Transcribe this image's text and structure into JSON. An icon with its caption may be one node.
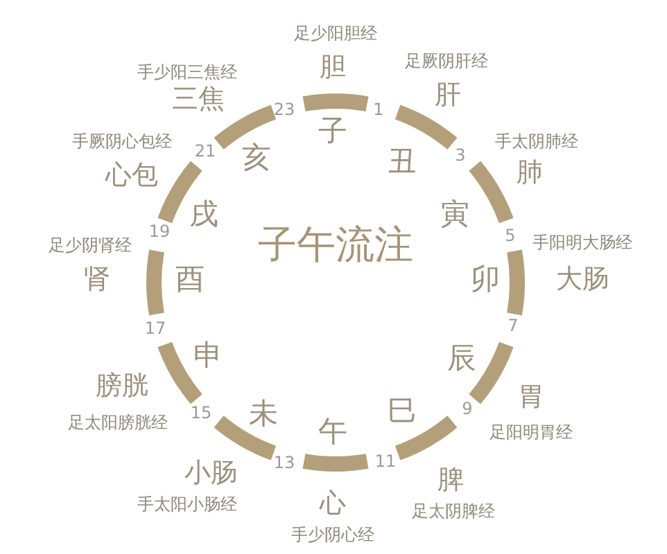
{
  "diagram": {
    "title": "子午流注",
    "labels": [
      "足少阳胆经",
      "胆",
      "子",
      "足厥阴肝经",
      "肝",
      "丑",
      "手太阴肺经",
      "肺",
      "寅",
      "手阳明大肠经",
      "大肠",
      "卯",
      "足阳明胃经",
      "胃",
      "辰",
      "足太阴脾经",
      "脾",
      "巳",
      "手少阴心经",
      "心",
      "午",
      "手太阳小肠经",
      "小肠",
      "未",
      "足太阳膀胱经",
      "膀胱",
      "申",
      "足少阴肾经",
      "肾",
      "酉",
      "手厥阴心包经",
      "心包",
      "戌",
      "手少阳三焦经",
      "三焦",
      "亥",
      "1",
      "3",
      "5",
      "7",
      "9",
      "11",
      "13",
      "15",
      "17",
      "19",
      "21",
      "23"
    ]
  }
}
